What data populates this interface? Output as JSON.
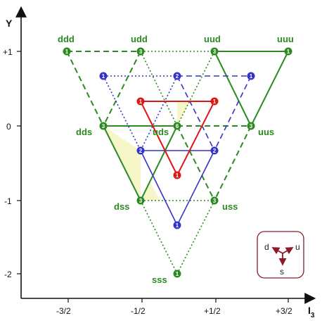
{
  "axes": {
    "y_title": "Y",
    "x_title": "I",
    "x_subscript": "3",
    "x_ticks": [
      "-3/2",
      "-1/2",
      "+1/2",
      "+3/2"
    ],
    "y_ticks": [
      "+1",
      "0",
      "-1",
      "-2"
    ]
  },
  "labels": {
    "ddd": "ddd",
    "udd": "udd",
    "uud": "uud",
    "uuu": "uuu",
    "dds": "dds",
    "uds": "uds",
    "uus": "uus",
    "dss": "dss",
    "uss": "uss",
    "sss": "sss"
  },
  "legend": {
    "d": "d",
    "u": "u",
    "s": "s"
  },
  "multiplicities": {
    "ddd": "1",
    "udd": "3",
    "uud": "3",
    "uuu": "1",
    "dds": "3",
    "uds": "6",
    "uus": "3",
    "dss": "3",
    "uss": "3",
    "sss": "1",
    "blue_udd": "1",
    "blue_uud_side": "2",
    "blue_right": "1",
    "blue_ds": "2",
    "blue_us": "2",
    "blue_bottom": "1",
    "red_left": "1",
    "red_right": "1",
    "red_bottom": "1"
  },
  "colors": {
    "green": "#2a8a1f",
    "blue": "#3333cc",
    "red": "#e01515",
    "shade": "#f6f6c8",
    "legend_border": "#8b1a2a",
    "legend_arrow": "#8b1a2a",
    "axis": "#111111"
  }
}
